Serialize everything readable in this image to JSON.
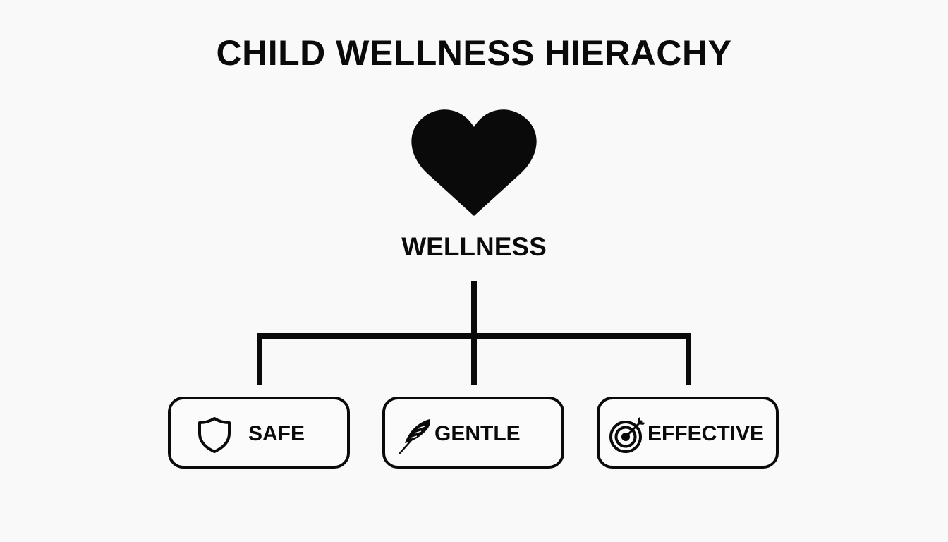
{
  "title": "CHILD WELLNESS HIERACHY",
  "root": {
    "label": "WELLNESS",
    "icon": "heart-icon"
  },
  "children": [
    {
      "label": "SAFE",
      "icon": "shield-icon"
    },
    {
      "label": "GENTLE",
      "icon": "feather-icon"
    },
    {
      "label": "EFFECTIVE",
      "icon": "target-icon"
    }
  ],
  "colors": {
    "background": "#f9f9f9",
    "ink": "#0a0a0a"
  }
}
